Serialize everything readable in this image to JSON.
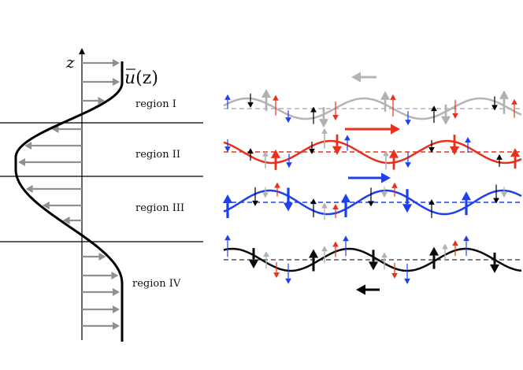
{
  "profile": {
    "axis_label": "z",
    "curve_label": {
      "bar_letter": "u",
      "rest": "(z)"
    },
    "regions": [
      "region I",
      "region II",
      "region III",
      "region IV"
    ],
    "arrow_color": "#909090",
    "curve_color": "#000000"
  },
  "waves": {
    "colors": [
      "#b4b4b4",
      "#e8301c",
      "#1d3ff0",
      "#0a0a0a"
    ],
    "flow_arrow_colors": [
      "#b4b4b4",
      "#e8301c",
      "#1d3ff0",
      "#000000"
    ],
    "flow_directions": [
      "left",
      "right",
      "right",
      "left"
    ],
    "annotation_arrow_colors": {
      "black": "#000000",
      "gray": "#b0b0b0",
      "red": "#e8301c",
      "blue": "#1d3ff0"
    }
  }
}
